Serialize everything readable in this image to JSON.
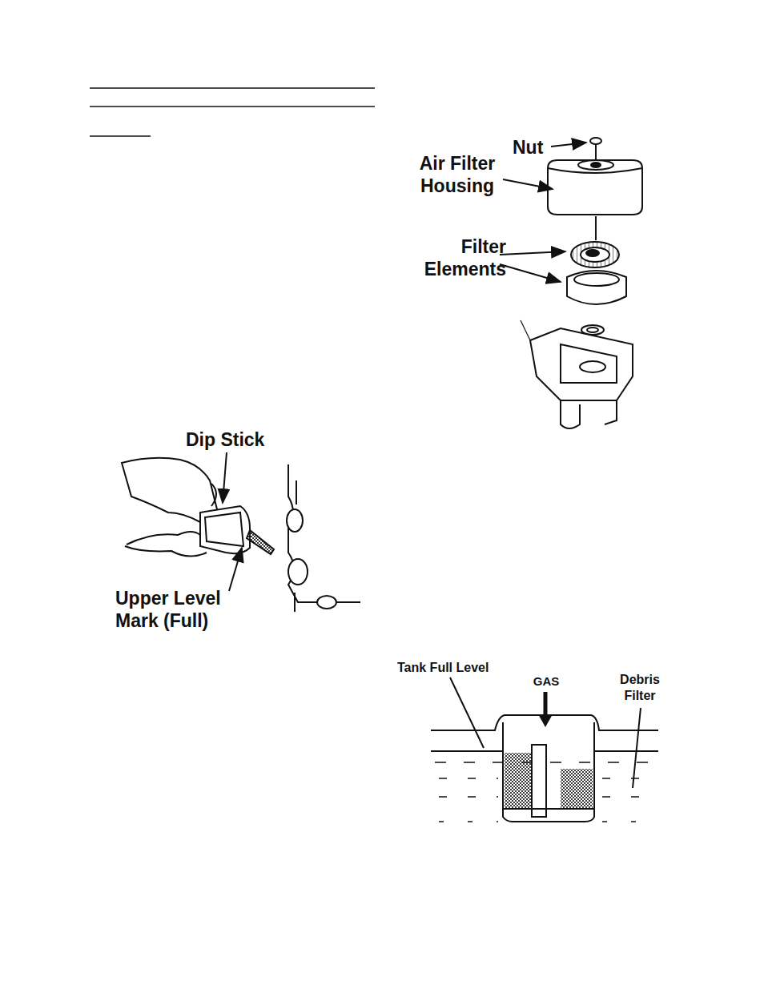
{
  "diagram": {
    "labels": [
      "Nut",
      "Air Filter Housing",
      "Filter Elements",
      "Dip Stick",
      "Upper Level Mark (Full)",
      "Tank Full Level",
      "GAS",
      "Debris Filter"
    ]
  }
}
